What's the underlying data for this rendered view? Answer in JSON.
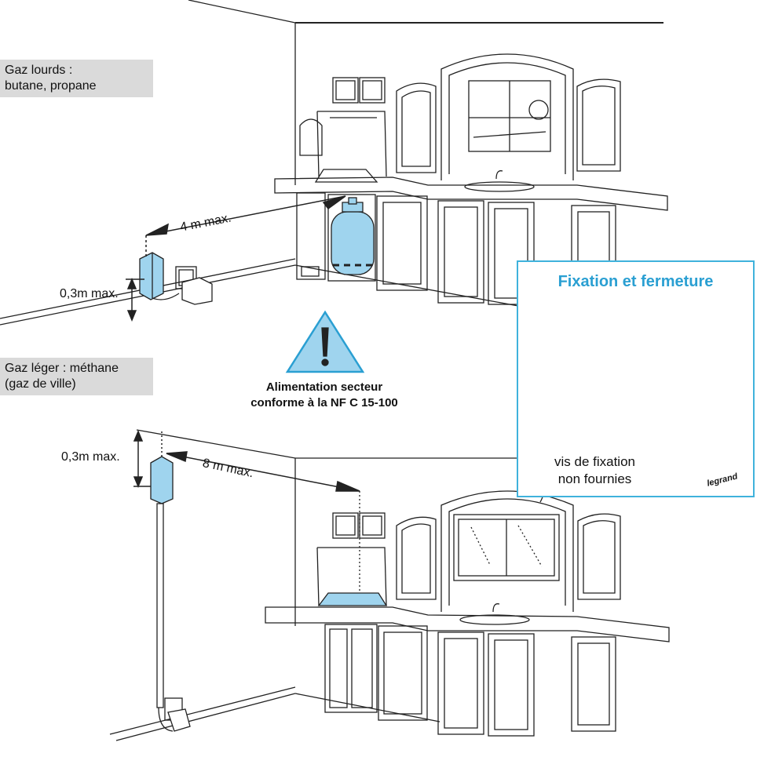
{
  "heavy_gas": {
    "label_line1": "Gaz lourds :",
    "label_line2": "butane, propane"
  },
  "light_gas": {
    "label_line1": "Gaz léger : méthane",
    "label_line2": "(gaz de ville)"
  },
  "dimensions": {
    "heavy_distance": "4 m max.",
    "heavy_height": "0,3m max.",
    "light_height": "0,3m max.",
    "light_distance": "8 m max."
  },
  "warning": {
    "line1": "Alimentation secteur",
    "line2": "conforme à la NF C 15-100"
  },
  "inset": {
    "title": "Fixation et fermeture",
    "note_line1": "vis de fixation",
    "note_line2": "non fournies",
    "brand": "legrand"
  },
  "colors": {
    "accent": "#3fb2dc",
    "device_fill": "#9fd4ee",
    "label_bg": "#dadada",
    "line": "#222222"
  }
}
